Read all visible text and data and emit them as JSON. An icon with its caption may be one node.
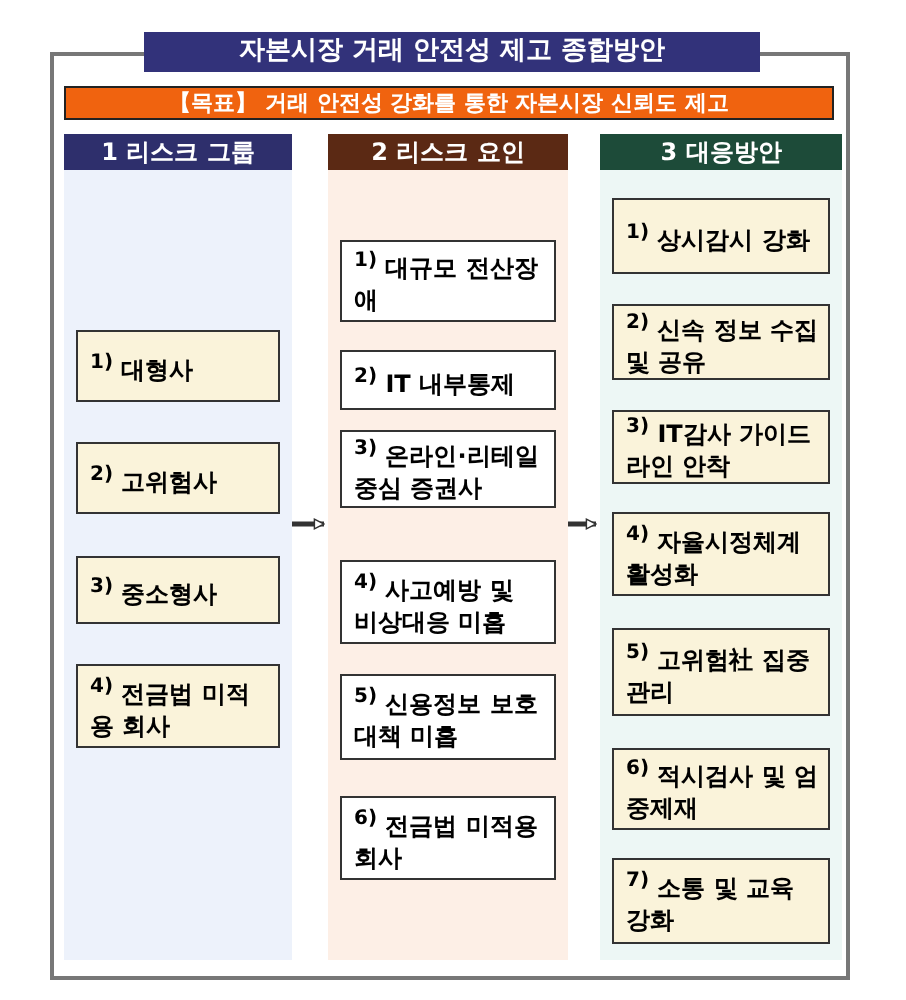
{
  "diagram": {
    "nodes": [
      {
        "text": [
          "자본시장 거래 안전성 제고 종합방안"
        ]
      },
      {
        "text": [
          "【목표】 거래 안전성 강화를 통한 자본시장 신뢰도 제고"
        ],
        "in": 0
      },
      {
        "text": [
          "1 리스크 그룹"
        ],
        "in": 0
      },
      {
        "text": [
          "$^{1)}$ 대형사"
        ],
        "in": 2
      },
      {
        "text": [
          "$^{2)}$ 고위험사"
        ],
        "in": 2
      },
      {
        "text": [
          "$^{3)}$ 중소형사"
        ],
        "in": 2
      },
      {
        "text": [
          "$^{4)}$ 전금법 미적용 회사"
        ],
        "in": 2
      },
      {
        "text": [
          "2 리스크 요인"
        ],
        "in": 0
      },
      {
        "text": [
          "$^{1)}$ 대규모 전산장애"
        ],
        "in": 7
      },
      {
        "text": [
          "$^{2)}$ IT 내부통제"
        ],
        "in": 7
      },
      {
        "text": [
          "$^{3)}$ 온라인·리테일 중심 증권사"
        ],
        "in": 7
      },
      {
        "text": [
          "$^{4)}$ 사고예방 및 비상대응 미흡"
        ],
        "in": 7
      },
      {
        "text": [
          "$^{5)}$ 신용정보 보호대책 미흡"
        ],
        "in": 7
      },
      {
        "text": [
          "$^{6)}$ 전금법 미적용 회사"
        ],
        "in": 7
      },
      {
        "text": [
          "3 대응방안"
        ],
        "in": 0
      },
      {
        "text": [
          "$^{1)}$ 상시감시 강화"
        ],
        "in": 14
      },
      {
        "text": [
          "$^{2)}$ 신속 정보 수집 및 공유"
        ],
        "in": 14
      },
      {
        "text": [
          "$^{3)}$ IT감사 가이드 라인 안착"
        ],
        "in": 14
      },
      {
        "text": [
          "$^{4)}$ 자율시정체계 활성화"
        ],
        "in": 14
      },
      {
        "text": [
          "$^{5)}$ 고위험社 집중관리"
        ],
        "in": 14
      },
      {
        "text": [
          "$^{6)}$ 적시검사 및 엄중제재"
        ],
        "in": 14
      },
      {
        "text": [
          "$^{7)}$ 소통 및 교육 강화"
        ],
        "in": 14
      }
    ],
    "edges": [
      {
        "from": 2,
        "to": 7,
        "arrow": "to"
      },
      {
        "from": 7,
        "to": 14,
        "arrow": "to"
      }
    ]
  }
}
